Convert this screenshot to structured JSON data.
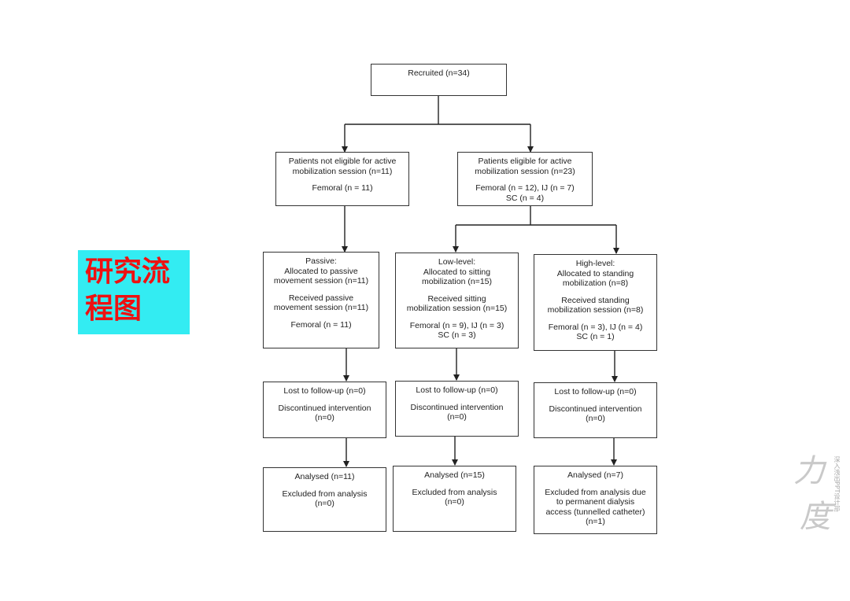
{
  "label": {
    "line1": "研究流",
    "line2": "程图"
  },
  "watermark": {
    "glyph1": "力",
    "glyph2": "度",
    "vertical_text": "深入浅出PPT设计部"
  },
  "boxes": {
    "recruited": [
      "Recruited (n=34)"
    ],
    "not_eligible": [
      "Patients not eligible for active\nmobilization session (n=11)",
      "Femoral (n = 11)"
    ],
    "eligible": [
      "Patients eligible for active\nmobilization session (n=23)",
      "Femoral (n = 12), IJ (n = 7)\nSC (n = 4)"
    ],
    "passive": [
      "Passive:\nAllocated to passive\nmovement session (n=11)",
      "Received passive\nmovement session (n=11)",
      "Femoral (n = 11)"
    ],
    "low": [
      "Low-level:\nAllocated to sitting\nmobilization (n=15)",
      "Received sitting\nmobilization session (n=15)",
      "Femoral (n = 9), IJ (n = 3)\nSC (n = 3)"
    ],
    "high": [
      "High-level:\nAllocated to standing\nmobilization (n=8)",
      "Received standing\nmobilization session (n=8)",
      "Femoral (n = 3), IJ (n = 4)\nSC (n = 1)"
    ],
    "fu_passive": [
      "Lost to follow-up (n=0)",
      "Discontinued intervention\n(n=0)"
    ],
    "fu_low": [
      "Lost to follow-up (n=0)",
      "Discontinued intervention\n(n=0)"
    ],
    "fu_high": [
      "Lost to follow-up (n=0)",
      "Discontinued intervention\n(n=0)"
    ],
    "an_passive": [
      "Analysed (n=11)",
      "Excluded from analysis\n(n=0)"
    ],
    "an_low": [
      "Analysed (n=15)",
      "Excluded from analysis\n(n=0)"
    ],
    "an_high": [
      "Analysed (n=7)",
      "Excluded from analysis due\nto permanent dialysis\naccess (tunnelled catheter)\n(n=1)"
    ]
  }
}
